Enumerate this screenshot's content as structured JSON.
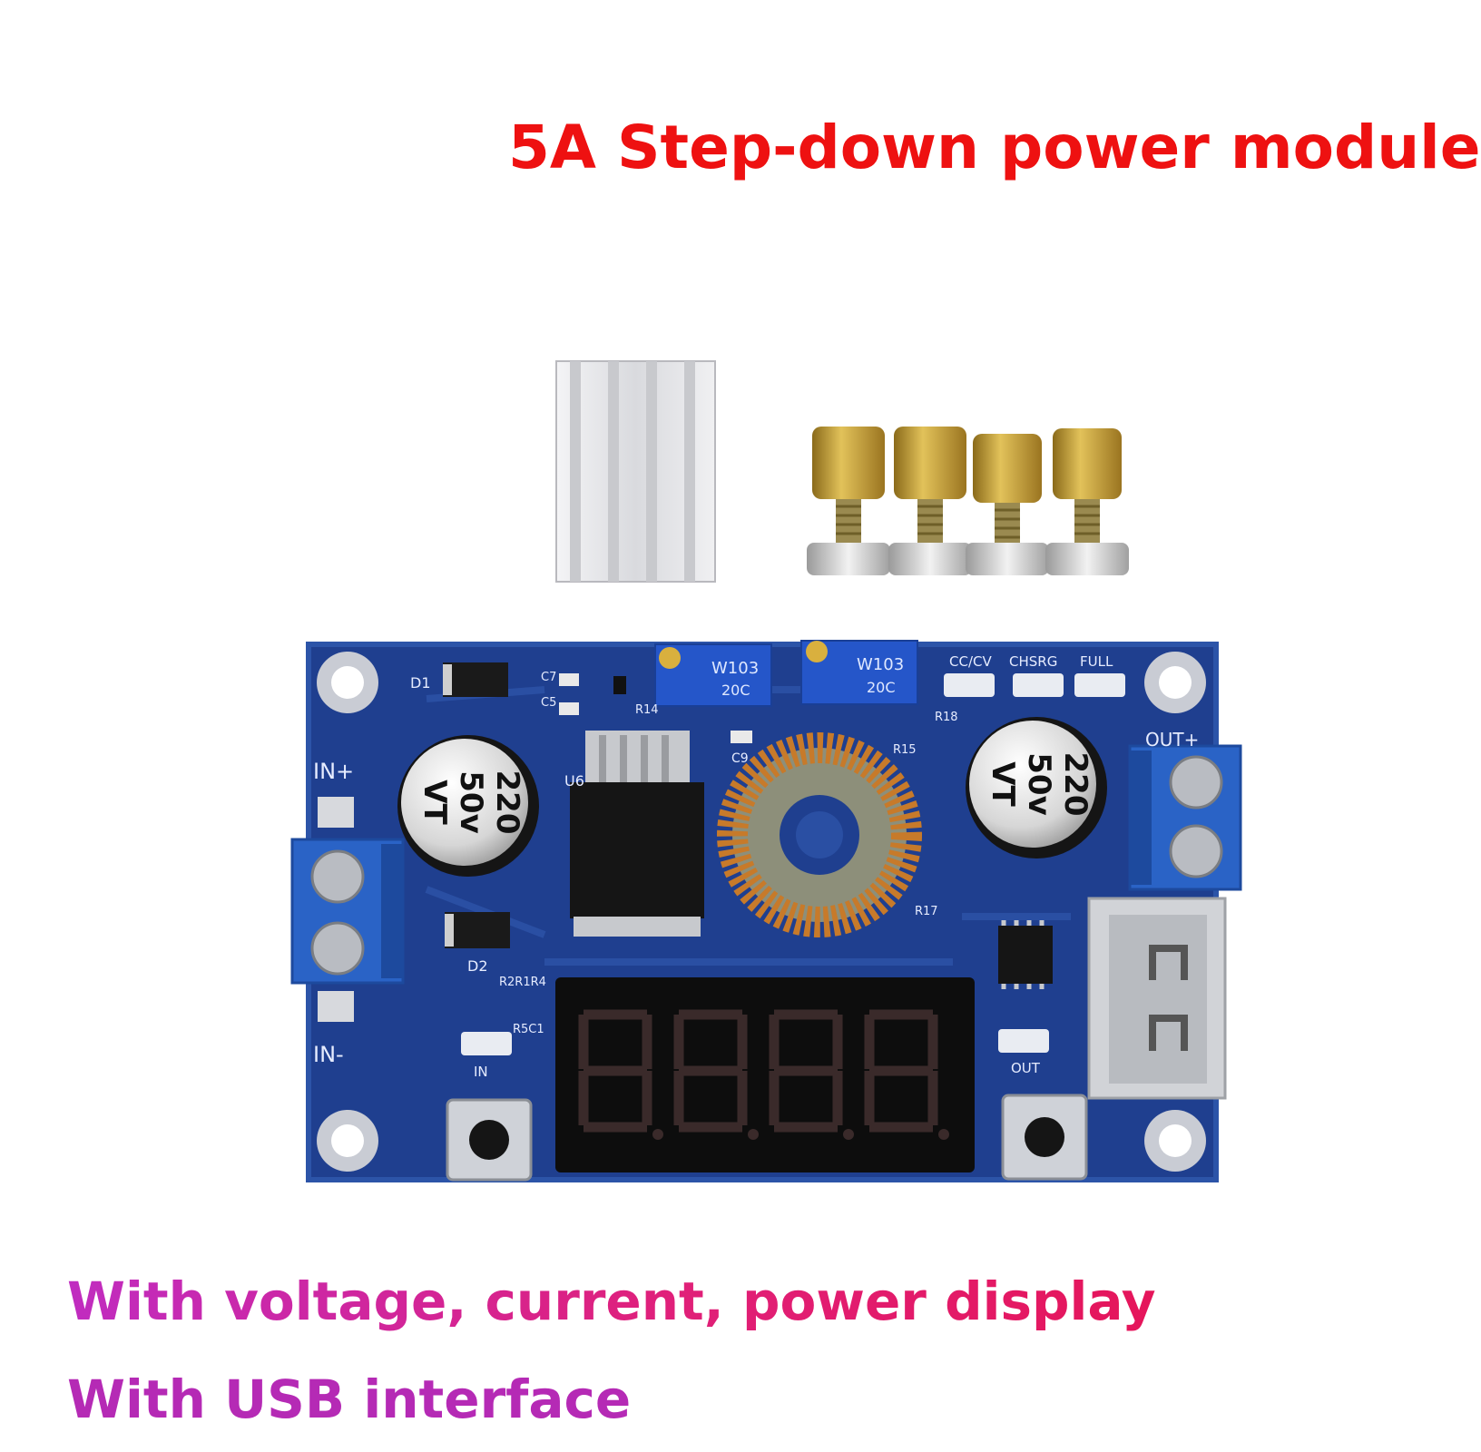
{
  "headline": "5A Step-down power module",
  "features": [
    "With voltage, current, power display",
    "With USB interface"
  ],
  "board": {
    "labels": {
      "in_plus": "IN+",
      "in_minus": "IN-",
      "out_plus": "OUT+",
      "cc_cv": "CC/CV",
      "chsrg": "CHSRG",
      "full": "FULL",
      "in_led": "IN",
      "out_led": "OUT",
      "d1": "D1",
      "d2": "D2",
      "u6": "U6",
      "c9": "C9",
      "c5": "C5",
      "c7": "C7",
      "r14": "R14",
      "r15": "R15",
      "r17": "R17",
      "r18": "R18",
      "r2r1r4": "R2R1R4",
      "r5c1": "R5C1",
      "pot1": "W103",
      "pot1_sub": "20C",
      "pot2": "W103",
      "pot2_sub": "20C",
      "cap_left": [
        "220",
        "50v",
        "VT"
      ],
      "cap_right": [
        "220",
        "50v",
        "VT"
      ]
    },
    "display": {
      "digits": 4
    }
  },
  "colors": {
    "headline": "#ee1111",
    "pcb": "#1f3f8f",
    "terminal": "#2a63c6",
    "brass": "#c9a13a"
  }
}
